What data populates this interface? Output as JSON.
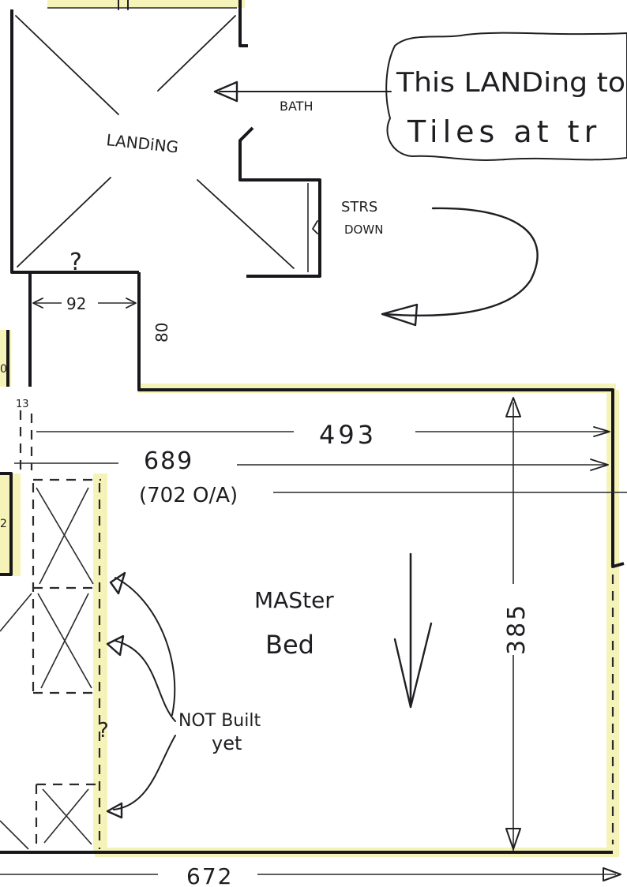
{
  "colors": {
    "paper": "#ffffff",
    "ink": "#1e1e22",
    "highlight": "#f6f3b8"
  },
  "labels": {
    "landing": "LANDiNG",
    "bath": "BATH",
    "note_line1": "This LANDing to",
    "note_line2": "Tiles at tr",
    "stairs_line1": "STRS",
    "stairs_line2": "DOWN",
    "question_mark_top": "?",
    "question_mark_side": "?",
    "room_line1": "MASter",
    "room_line2": "Bed",
    "not_built_line1": "NOT Built",
    "not_built_line2": "yet"
  },
  "dimensions": {
    "door_width": "92",
    "corridor_depth": "80",
    "wall_thickness": "13",
    "width_upper": "493",
    "width_total": "689",
    "width_total_alt": "(702 O/A)",
    "height": "385",
    "width_bottom": "672",
    "edge_fragment_1": "0",
    "edge_fragment_2": "2"
  }
}
